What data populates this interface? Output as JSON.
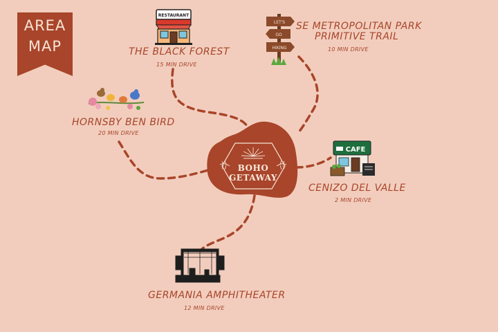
{
  "banner": {
    "line1": "AREA",
    "line2": "MAP"
  },
  "center": {
    "line1": "BOHO",
    "line2": "GETAWAY"
  },
  "locations": {
    "black_forest": {
      "name": "THE BLACK FOREST",
      "drive": "15 MIN DRIVE",
      "sign": "RESTAURANT",
      "icon": "restaurant-icon"
    },
    "metro_park": {
      "name_line1": "SE METROPOLITAN PARK",
      "name_line2": "PRIMITIVE TRAIL",
      "drive": "10 MIN DRIVE",
      "sign1": "LET'S",
      "sign2": "GO",
      "sign3": "HIKING",
      "icon": "signpost-icon"
    },
    "hornsby": {
      "name": "HORNSBY BEN BIRD",
      "drive": "20 MIN DRIVE",
      "icon": "birds-icon"
    },
    "cenizo": {
      "name": "CENIZO DEL VALLE",
      "drive": "2 MIN DRIVE",
      "sign": "CAFE",
      "icon": "cafe-icon"
    },
    "germania": {
      "name": "GERMANIA AMPHITHEATER",
      "drive": "12 MIN DRIVE",
      "icon": "stage-icon"
    }
  },
  "colors": {
    "background": "#f2cdbd",
    "accent": "#a8452a",
    "light_text": "#f7e3d6"
  }
}
